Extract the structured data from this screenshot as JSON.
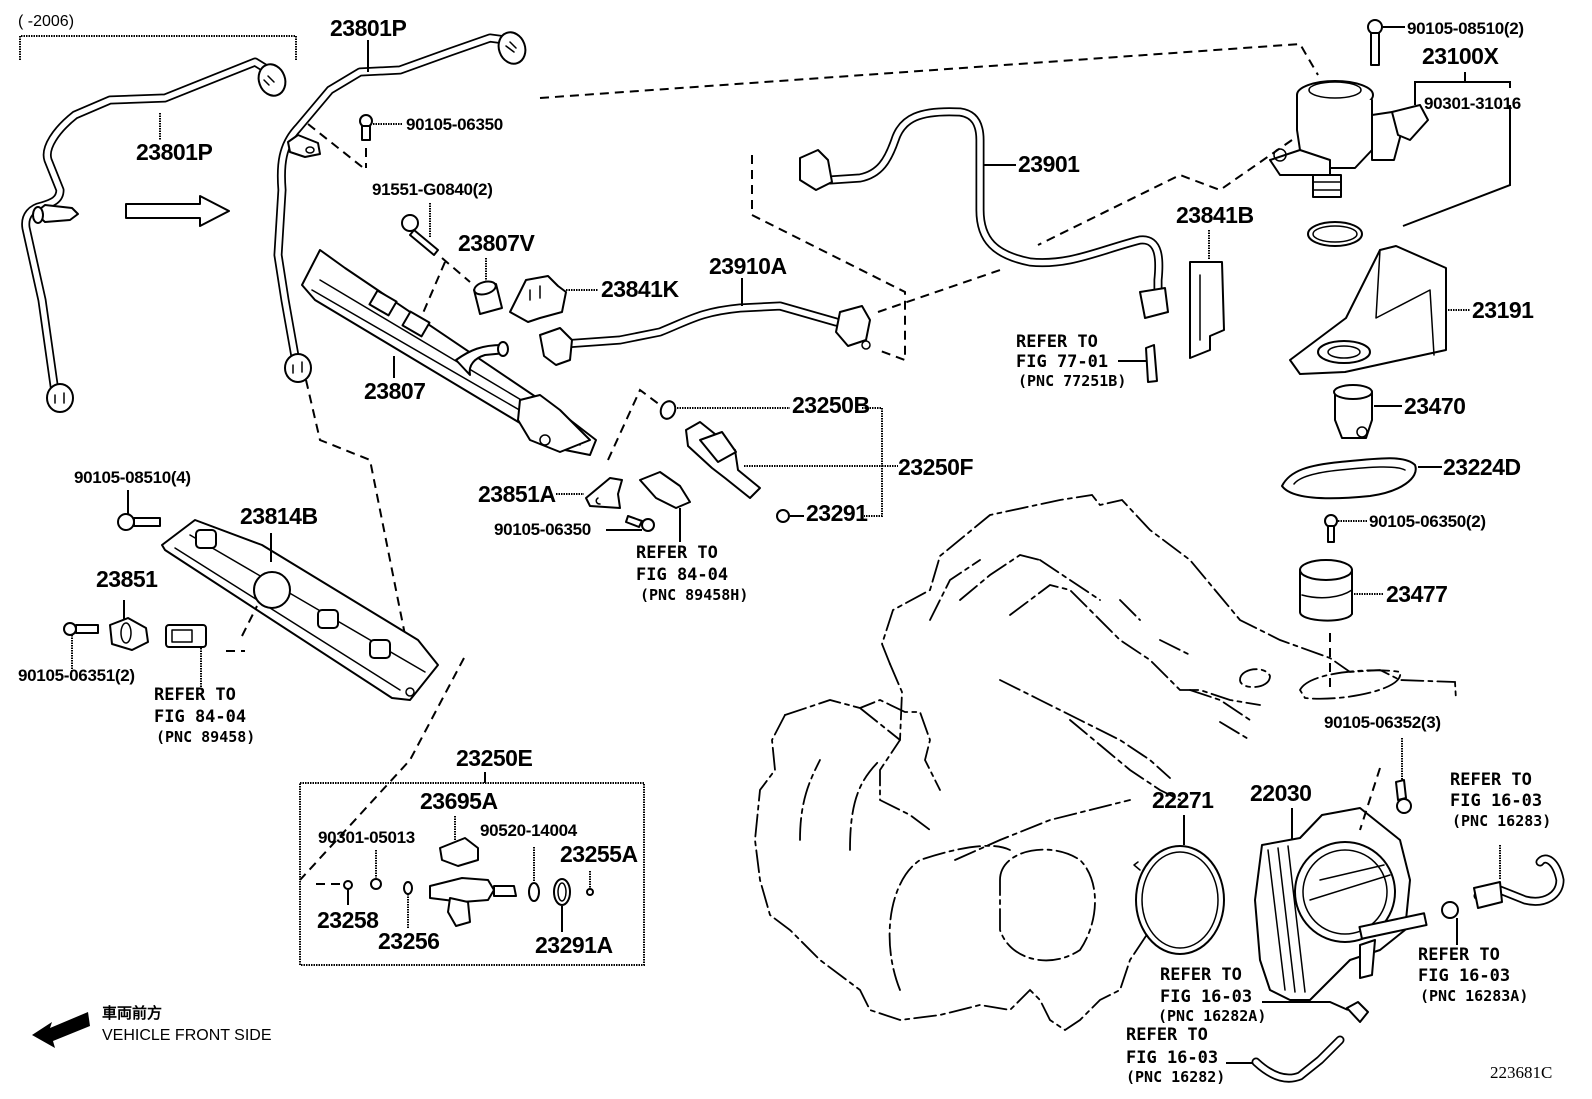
{
  "diagram": {
    "title": "Fuel Injection System Parts Diagram",
    "illustration_id": "223681C",
    "year_range_note": "(      -2006)",
    "vehicle_front": {
      "jp": "車両前方",
      "en": "VEHICLE FRONT SIDE"
    },
    "labels": {
      "p23801P_a": "23801P",
      "p23801P_b": "23801P",
      "p90105_06350_a": "90105-06350",
      "p91551_G0840": "91551-G0840(2)",
      "p23807V": "23807V",
      "p23841K": "23841K",
      "p23807": "23807",
      "p23910A": "23910A",
      "p23901": "23901",
      "p23841B": "23841B",
      "p90105_08510_2": "90105-08510(2)",
      "p23100X": "23100X",
      "p90301_31016": "90301-31016",
      "p23191": "23191",
      "p23470": "23470",
      "p23224D": "23224D",
      "p90105_06350_2": "90105-06350(2)",
      "p23477": "23477",
      "p23250B": "23250B",
      "p23250F": "23250F",
      "p23291": "23291",
      "p23851A": "23851A",
      "p90105_06350_b": "90105-06350",
      "p90105_08510_4": "90105-08510(4)",
      "p23814B": "23814B",
      "p23851": "23851",
      "p90105_06351": "90105-06351(2)",
      "p23250E": "23250E",
      "p23695A": "23695A",
      "p90301_05013": "90301-05013",
      "p90520_14004": "90520-14004",
      "p23255A": "23255A",
      "p23258": "23258",
      "p23256": "23256",
      "p23291A": "23291A",
      "p22271": "22271",
      "p22030": "22030",
      "p90105_06352": "90105-06352(3)"
    },
    "references": [
      {
        "line1": "REFER TO",
        "line2": "FIG 77-01",
        "pnc": "(PNC 77251B)"
      },
      {
        "line1": "REFER TO",
        "line2": "FIG 84-04",
        "pnc": "(PNC 89458H)"
      },
      {
        "line1": "REFER TO",
        "line2": "FIG 84-04",
        "pnc": "(PNC 89458)"
      },
      {
        "line1": "REFER TO",
        "line2": "FIG 16-03",
        "pnc": "(PNC 16283)"
      },
      {
        "line1": "REFER TO",
        "line2": "FIG 16-03",
        "pnc": "(PNC 16283A)"
      },
      {
        "line1": "REFER TO",
        "line2": "FIG 16-03",
        "pnc": "(PNC 16282A)"
      },
      {
        "line1": "REFER TO",
        "line2": "FIG 16-03",
        "pnc": "(PNC 16282)"
      }
    ]
  }
}
